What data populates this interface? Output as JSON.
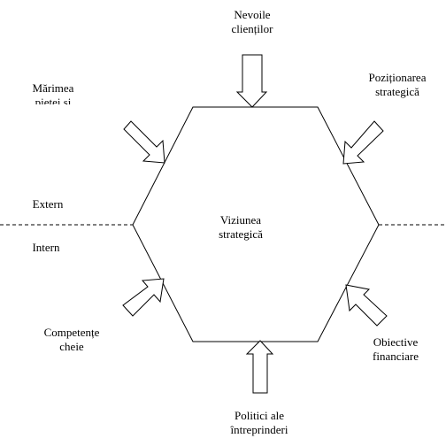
{
  "labels": {
    "top": [
      "Nevoile",
      "clienților"
    ],
    "top_left": [
      "Mărimea",
      "pieței și"
    ],
    "top_right": [
      "Poziționarea",
      "strategică"
    ],
    "center": [
      "Viziunea",
      "strategică"
    ],
    "extern": "Extern",
    "intern": "Intern",
    "bottom_left": [
      "Competențe",
      "cheie"
    ],
    "bottom_right": [
      "Obiective",
      "financiare"
    ],
    "bottom": [
      "Politici ale",
      "întreprinderi"
    ]
  },
  "colors": {
    "line": "#000000",
    "background": "#ffffff"
  }
}
